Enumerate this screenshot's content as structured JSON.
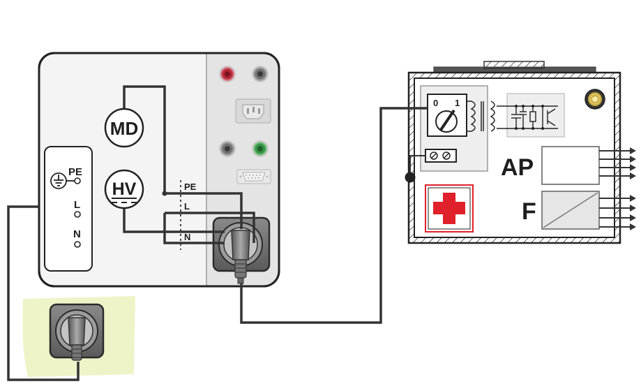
{
  "instrument": {
    "meters": [
      {
        "id": "md",
        "label": "MD"
      },
      {
        "id": "hv",
        "label": "HV"
      }
    ],
    "terminals": [
      "PE",
      "L",
      "N"
    ],
    "panel_terminals": {
      "pe": "PE",
      "l": "L",
      "n": "N"
    }
  },
  "device": {
    "switch_labels": {
      "off": "0",
      "on": "1"
    },
    "applied_part_label": "AP",
    "f_label": "F"
  },
  "colors": {
    "wire": "#333333",
    "instrument_fill": "#f4f4f4",
    "panel_fill": "#e6e6e6",
    "outlet_area": "#eef4c8",
    "red_cross": "#e0202a",
    "red_jack": "#f07080",
    "green_jack": "#7fd07f",
    "indicator": "#e8d070"
  }
}
